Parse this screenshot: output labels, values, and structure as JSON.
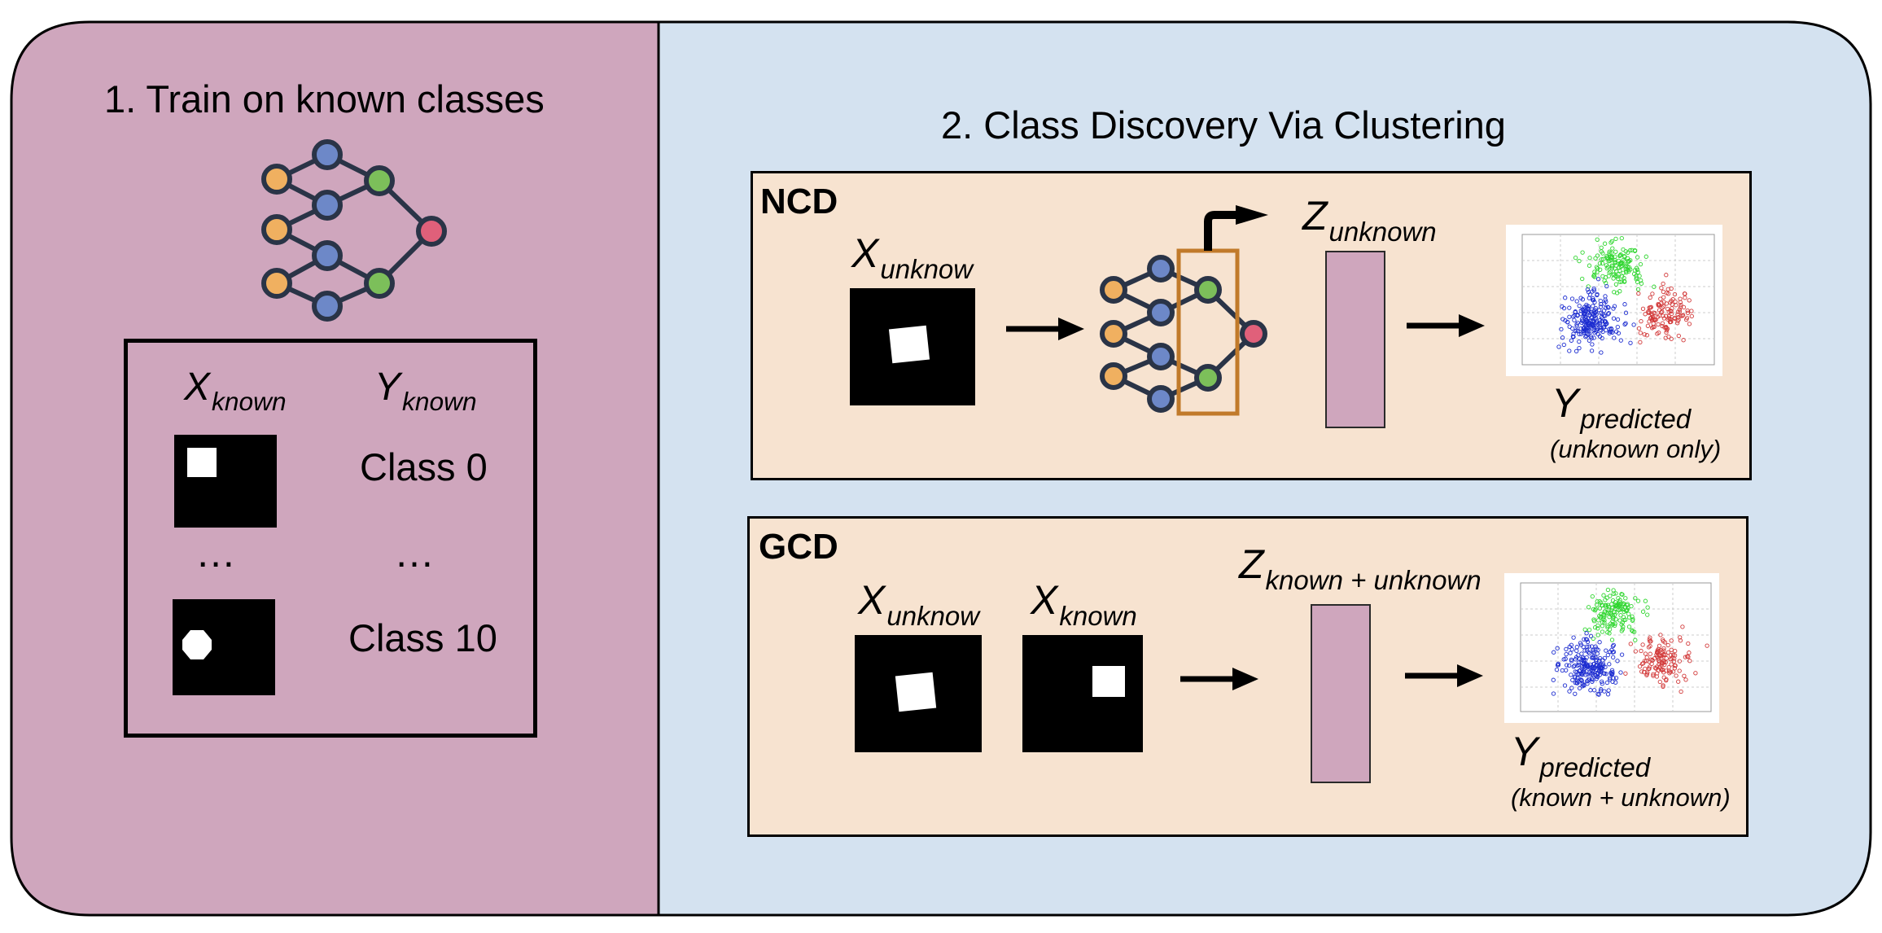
{
  "colors": {
    "left_panel": "#cfa6bd",
    "right_panel": "#d4e2f0",
    "stage_box": "#f7e3d0",
    "latent_bar": "#cfa6bd",
    "node_orange": "#f0b060",
    "node_blue": "#6d88c8",
    "node_green": "#7cbf5a",
    "node_red": "#e0607a",
    "feature_highlight": "#c17a2a",
    "scatter_red": "#d23a3a",
    "scatter_green": "#2fd62f",
    "scatter_blue": "#1c2cd0"
  },
  "left": {
    "title": "1.  Train on known classes",
    "network_icon": "neural-network-icon",
    "table": {
      "x_label": "X",
      "x_sub": "known",
      "y_label": "Y",
      "y_sub": "known",
      "rows": [
        {
          "label": "Class 0"
        },
        {
          "label": "Class 10"
        }
      ],
      "ellipsis": "…"
    }
  },
  "right": {
    "title": "2.  Class Discovery Via Clustering",
    "ncd": {
      "tag": "NCD",
      "x_label": "X",
      "x_sub": "unknow",
      "z_label": "Z",
      "z_sub": "unknown",
      "y_label": "Y",
      "y_sub": "predicted",
      "y_note": "(unknown only)"
    },
    "gcd": {
      "tag": "GCD",
      "x1_label": "X",
      "x1_sub": "unknow",
      "x2_label": "X",
      "x2_sub": "known",
      "z_label": "Z",
      "z_sub": "known + unknown",
      "y_label": "Y",
      "y_sub": "predicted",
      "y_note": "(known + unknown)"
    }
  }
}
